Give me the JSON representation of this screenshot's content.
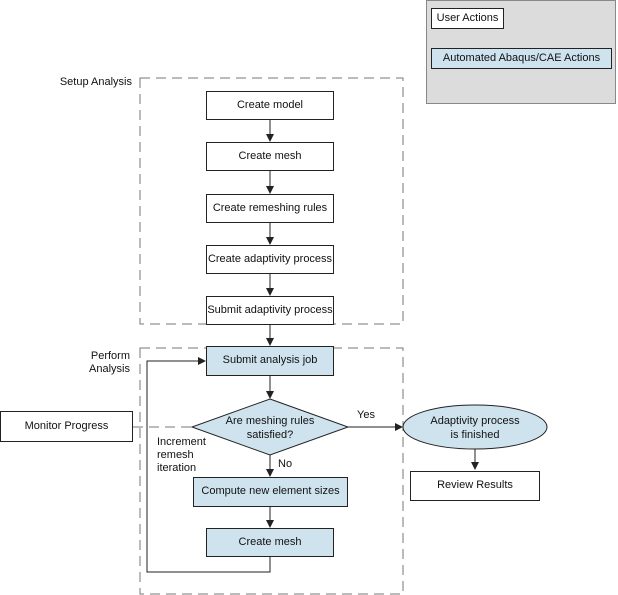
{
  "legend": {
    "user_actions": "User Actions",
    "automated_actions": "Automated Abaqus/CAE Actions"
  },
  "groups": {
    "setup": "Setup Analysis",
    "perform": "Perform\nAnalysis"
  },
  "steps": {
    "create_model": "Create model",
    "create_mesh": "Create mesh",
    "create_remeshing_rules": "Create remeshing rules",
    "create_adaptivity_process": "Create adaptivity process",
    "submit_adaptivity_process": "Submit adaptivity process",
    "submit_analysis_job": "Submit analysis job",
    "decision": "Are meshing rules\nsatisfied?",
    "compute_sizes": "Compute new element sizes",
    "create_mesh_2": "Create mesh",
    "finished": "Adaptivity process\nis finished",
    "review_results": "Review Results",
    "monitor_progress": "Monitor Progress"
  },
  "edge_labels": {
    "yes": "Yes",
    "no": "No",
    "increment": "Increment\nremesh\niteration"
  },
  "colors": {
    "user_fill": "#ffffff",
    "automated_fill": "#cfe3ef",
    "legend_bg": "#dcdcdc"
  }
}
